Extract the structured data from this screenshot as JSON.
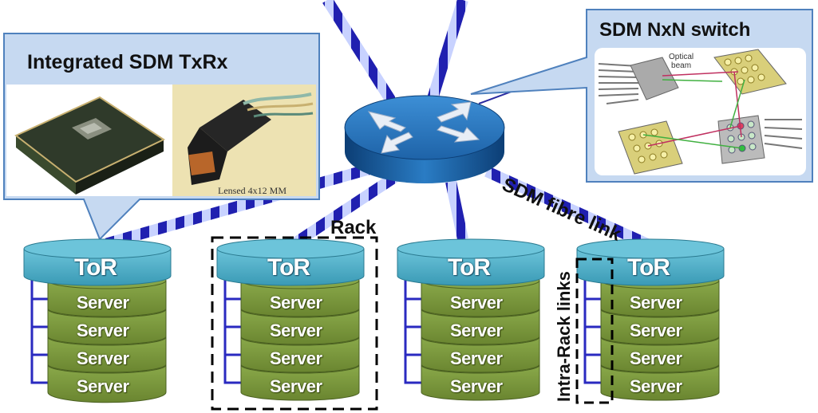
{
  "callouts": {
    "txrx_title": "Integrated SDM TxRx",
    "switch_title": "SDM NxN switch",
    "lensed_caption": "Lensed 4x12 MM",
    "optical_beam_label": "Optical\nbeam"
  },
  "labels": {
    "fibre_link": "SDM fibre link",
    "rack": "Rack",
    "intra_rack": "Intra-Rack links"
  },
  "racks": [
    {
      "tor": "ToR",
      "servers": [
        "Server",
        "Server",
        "Server",
        "Server"
      ]
    },
    {
      "tor": "ToR",
      "servers": [
        "Server",
        "Server",
        "Server",
        "Server"
      ]
    },
    {
      "tor": "ToR",
      "servers": [
        "Server",
        "Server",
        "Server",
        "Server"
      ]
    },
    {
      "tor": "ToR",
      "servers": [
        "Server",
        "Server",
        "Server",
        "Server"
      ]
    }
  ],
  "colors": {
    "callout_fill": "#c6d9f1",
    "tor_fill": "#4bacc6",
    "server_fill": "#77933c",
    "router_fill": "#1f6fb5",
    "fibre_blue": "#1a1aa0"
  }
}
